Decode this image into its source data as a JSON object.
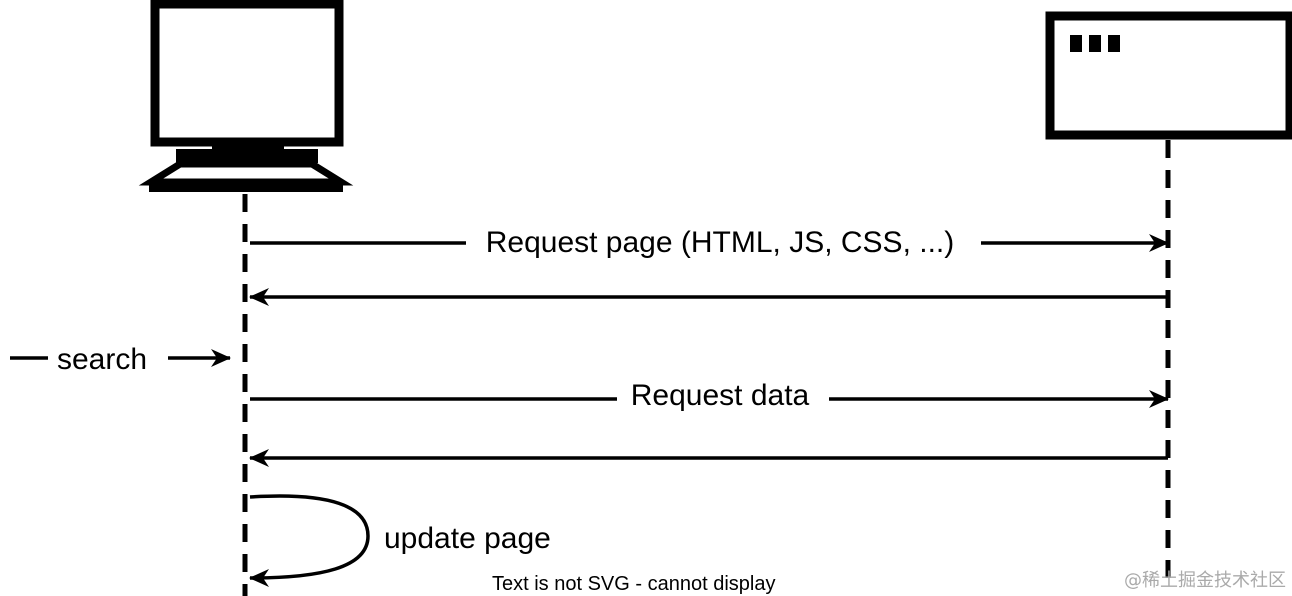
{
  "diagram": {
    "messages": {
      "request_page": "Request page (HTML, JS, CSS, ...)",
      "search": "search",
      "request_data": "Request data",
      "update_page": "update page"
    },
    "fallback_note": "Text is not SVG - cannot display",
    "watermark": "@稀土掘金技术社区"
  }
}
